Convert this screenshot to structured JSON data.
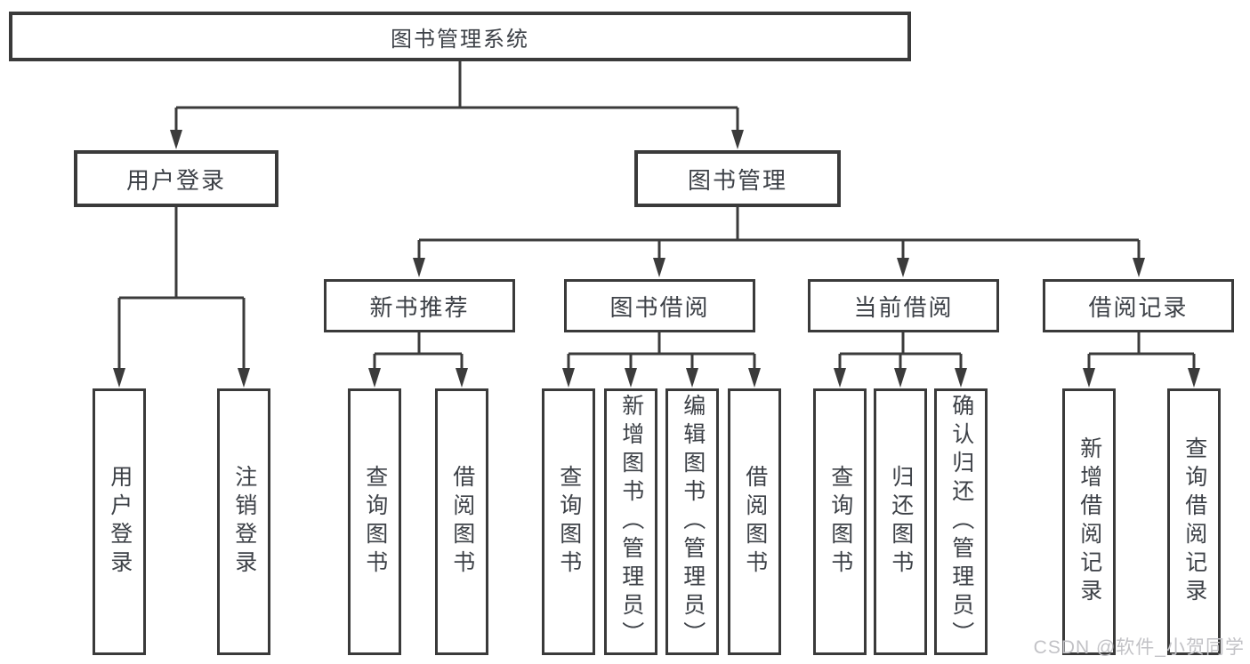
{
  "tree": {
    "root": "图书管理系统",
    "branches": [
      {
        "label": "用户登录",
        "children": [
          "用户登录",
          "注销登录"
        ]
      },
      {
        "label": "图书管理",
        "children": [
          {
            "label": "新书推荐",
            "children": [
              "查询图书",
              "借阅图书"
            ]
          },
          {
            "label": "图书借阅",
            "children": [
              "查询图书",
              "新增图书（管理员）",
              "编辑图书（管理员）",
              "借阅图书"
            ]
          },
          {
            "label": "当前借阅",
            "children": [
              "查询图书",
              "归还图书",
              "确认归还（管理员）"
            ]
          },
          {
            "label": "借阅记录",
            "children": [
              "新增借阅记录",
              "查询借阅记录"
            ]
          }
        ]
      }
    ]
  },
  "watermark": "CSDN @软件_小贺同学",
  "colors": {
    "line": "#3b3b3b",
    "box_border": "#3a3a3a",
    "text": "#3d4147",
    "background": "#ffffff",
    "watermark": "#c2c2c6"
  }
}
